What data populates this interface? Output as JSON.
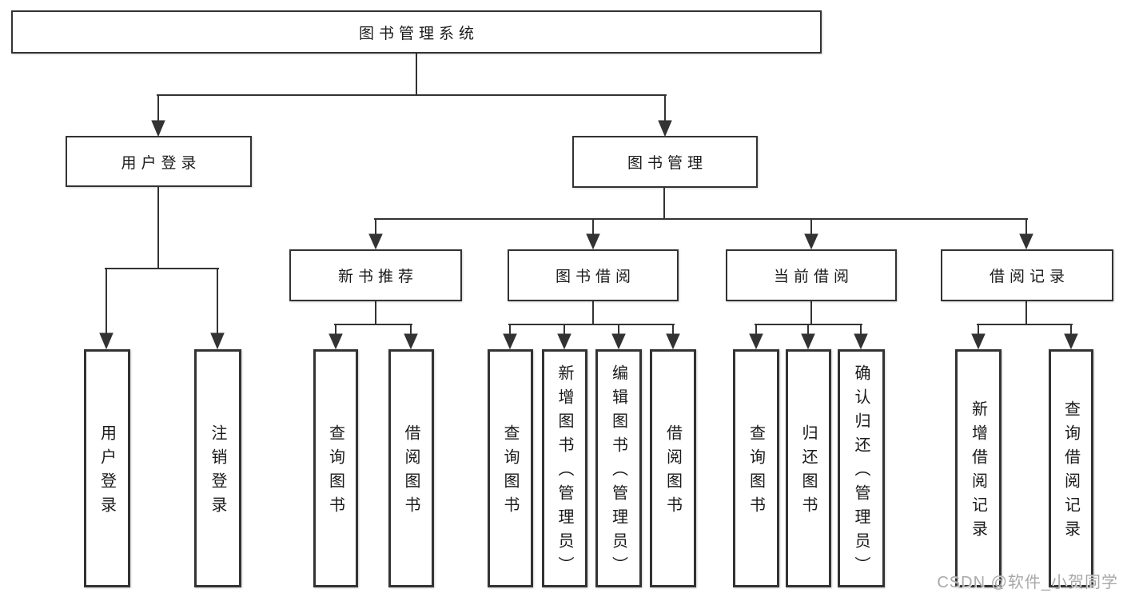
{
  "tree": {
    "label": "图书管理系统",
    "children": [
      {
        "label": "用户登录",
        "children": [
          {
            "label": "用户登录"
          },
          {
            "label": "注销登录"
          }
        ]
      },
      {
        "label": "图书管理",
        "children": [
          {
            "label": "新书推荐",
            "children": [
              {
                "label": "查询图书"
              },
              {
                "label": "借阅图书"
              }
            ]
          },
          {
            "label": "图书借阅",
            "children": [
              {
                "label": "查询图书"
              },
              {
                "label": "新增图书（管理员）"
              },
              {
                "label": "编辑图书（管理员）"
              },
              {
                "label": "借阅图书"
              }
            ]
          },
          {
            "label": "当前借阅",
            "children": [
              {
                "label": "查询图书"
              },
              {
                "label": "归还图书"
              },
              {
                "label": "确认归还（管理员）"
              }
            ]
          },
          {
            "label": "借阅记录",
            "children": [
              {
                "label": "新增借阅记录"
              },
              {
                "label": "查询借阅记录"
              }
            ]
          }
        ]
      }
    ]
  },
  "watermark": {
    "text": "CSDN @软件_小贺同学"
  },
  "colors": {
    "line": "#333333",
    "background": "#ffffff",
    "text": "#1a1a1a",
    "watermark": "#a9a9a9"
  }
}
